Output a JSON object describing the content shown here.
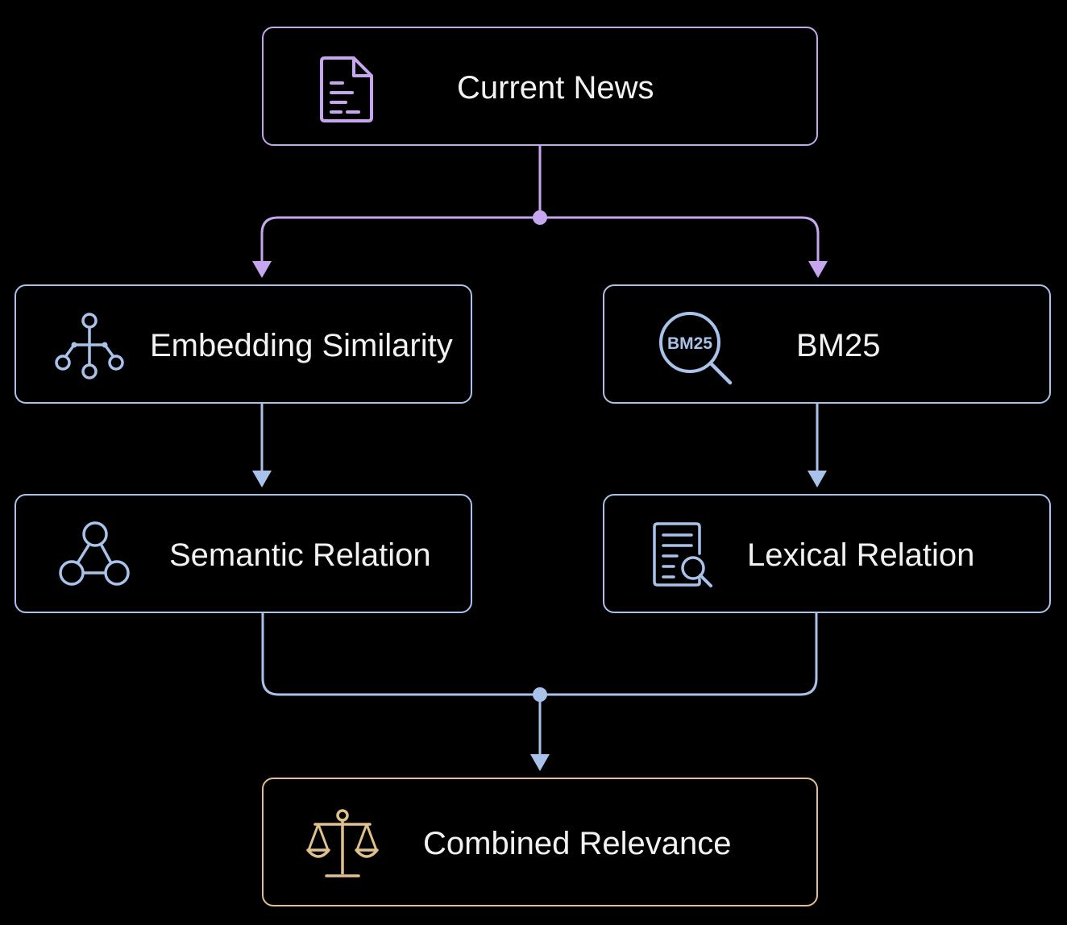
{
  "colors": {
    "background": "#000000",
    "purple": "#c6a6ee",
    "blue": "#a9c2ea",
    "gold": "#e0c08c",
    "text": "#f2f2f4"
  },
  "nodes": {
    "current_news": {
      "label": "Current News",
      "icon": "document-icon"
    },
    "embedding_similarity": {
      "label": "Embedding Similarity",
      "icon": "network-tree-icon"
    },
    "bm25": {
      "label": "BM25",
      "icon": "magnifier-icon",
      "icon_text": "BM25"
    },
    "semantic_relation": {
      "label": "Semantic Relation",
      "icon": "triangle-graph-icon"
    },
    "lexical_relation": {
      "label": "Lexical Relation",
      "icon": "document-search-icon"
    },
    "combined_relevance": {
      "label": "Combined Relevance",
      "icon": "balance-scale-icon"
    }
  },
  "edges": [
    {
      "from": "current_news",
      "to": "embedding_similarity"
    },
    {
      "from": "current_news",
      "to": "bm25"
    },
    {
      "from": "embedding_similarity",
      "to": "semantic_relation"
    },
    {
      "from": "bm25",
      "to": "lexical_relation"
    },
    {
      "from": "semantic_relation",
      "to": "combined_relevance"
    },
    {
      "from": "lexical_relation",
      "to": "combined_relevance"
    }
  ]
}
